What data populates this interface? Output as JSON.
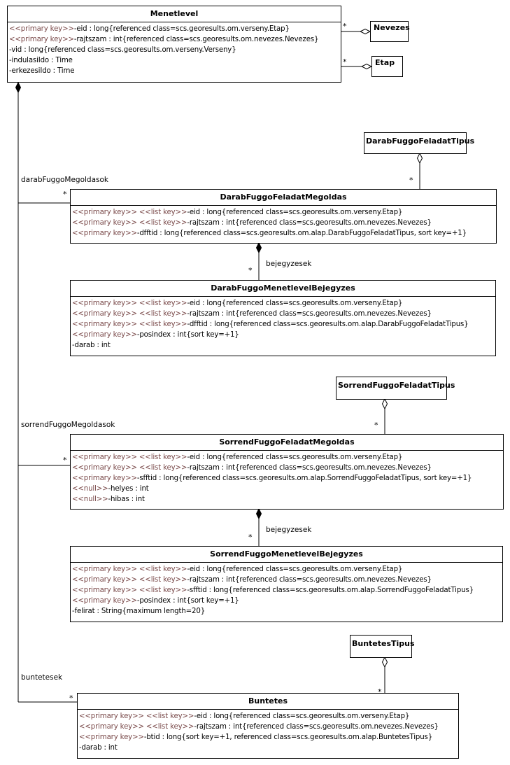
{
  "classes": {
    "menetlevel": {
      "name": "Menetlevel",
      "attributes": [
        {
          "s": "<<primary key>>",
          "t": "-eid : long{referenced class=scs.georesults.om.verseny.Etap}"
        },
        {
          "s": "<<primary key>>",
          "t": "-rajtszam : int{referenced class=scs.georesults.om.nevezes.Nevezes}"
        },
        {
          "s": "",
          "t": "-vid : long{referenced class=scs.georesults.om.verseny.Verseny}"
        },
        {
          "s": "",
          "t": "-indulasiIdo : Time"
        },
        {
          "s": "",
          "t": "-erkezesiIdo : Time"
        }
      ]
    },
    "nevezes": {
      "name": "Nevezes"
    },
    "etap": {
      "name": "Etap"
    },
    "darabFuggoFeladatTipus": {
      "name": "DarabFuggoFeladatTipus"
    },
    "darabFuggoFeladatMegoldas": {
      "name": "DarabFuggoFeladatMegoldas",
      "attributes": [
        {
          "s": "<<primary key>> <<list key>>",
          "t": "-eid : long{referenced class=scs.georesults.om.verseny.Etap}"
        },
        {
          "s": "<<primary key>> <<list key>>",
          "t": "-rajtszam : int{referenced class=scs.georesults.om.nevezes.Nevezes}"
        },
        {
          "s": "<<primary key>>",
          "t": "-dfftid : long{referenced class=scs.georesults.om.alap.DarabFuggoFeladatTipus, sort key=+1}"
        }
      ]
    },
    "darabFuggoMenetlevelBejegyzes": {
      "name": "DarabFuggoMenetlevelBejegyzes",
      "attributes": [
        {
          "s": "<<primary key>> <<list key>>",
          "t": "-eid : long{referenced class=scs.georesults.om.verseny.Etap}"
        },
        {
          "s": "<<primary key>> <<list key>>",
          "t": "-rajtszam : int{referenced class=scs.georesults.om.nevezes.Nevezes}"
        },
        {
          "s": "<<primary key>> <<list key>>",
          "t": "-dfftid : long{referenced class=scs.georesults.om.alap.DarabFuggoFeladatTipus}"
        },
        {
          "s": "<<primary key>>",
          "t": "-posindex : int{sort key=+1}"
        },
        {
          "s": "",
          "t": "-darab : int"
        }
      ]
    },
    "sorrendFuggoFeladatTipus": {
      "name": "SorrendFuggoFeladatTipus"
    },
    "sorrendFuggoFeladatMegoldas": {
      "name": "SorrendFuggoFeladatMegoldas",
      "attributes": [
        {
          "s": "<<primary key>> <<list key>>",
          "t": "-eid : long{referenced class=scs.georesults.om.verseny.Etap}"
        },
        {
          "s": "<<primary key>> <<list key>>",
          "t": "-rajtszam : int{referenced class=scs.georesults.om.nevezes.Nevezes}"
        },
        {
          "s": "<<primary key>>",
          "t": "-sfftid : long{referenced class=scs.georesults.om.alap.SorrendFuggoFeladatTipus, sort key=+1}"
        },
        {
          "s": "<<null>>",
          "t": "-helyes : int"
        },
        {
          "s": "<<null>>",
          "t": "-hibas : int"
        }
      ]
    },
    "sorrendFuggoMenetlevelBejegyzes": {
      "name": "SorrendFuggoMenetlevelBejegyzes",
      "attributes": [
        {
          "s": "<<primary key>> <<list key>>",
          "t": "-eid : long{referenced class=scs.georesults.om.verseny.Etap}"
        },
        {
          "s": "<<primary key>> <<list key>>",
          "t": "-rajtszam : int{referenced class=scs.georesults.om.nevezes.Nevezes}"
        },
        {
          "s": "<<primary key>> <<list key>>",
          "t": "-sfftid : long{referenced class=scs.georesults.om.alap.SorrendFuggoFeladatTipus}"
        },
        {
          "s": "<<primary key>>",
          "t": "-posindex : int{sort key=+1}"
        },
        {
          "s": "",
          "t": "-felirat : String{maximum length=20}"
        }
      ]
    },
    "buntetesTipus": {
      "name": "BuntetesTipus"
    },
    "buntetes": {
      "name": "Buntetes",
      "attributes": [
        {
          "s": "<<primary key>> <<list key>>",
          "t": "-eid : long{referenced class=scs.georesults.om.verseny.Etap}"
        },
        {
          "s": "<<primary key>> <<list key>>",
          "t": "-rajtszam : int{referenced class=scs.georesults.om.nevezes.Nevezes}"
        },
        {
          "s": "<<primary key>>",
          "t": "-btid : long{sort key=+1, referenced class=scs.georesults.om.alap.BuntetesTipus}"
        },
        {
          "s": "",
          "t": "-darab : int"
        }
      ]
    }
  },
  "roles": {
    "darabFuggoMegoldasok": "darabFuggoMegoldasok",
    "sorrendFuggoMegoldasok": "sorrendFuggoMegoldasok",
    "buntetesek": "buntetesek",
    "bejegyzesek1": "bejegyzesek",
    "bejegyzesek2": "bejegyzesek"
  },
  "multiplicity": "*"
}
